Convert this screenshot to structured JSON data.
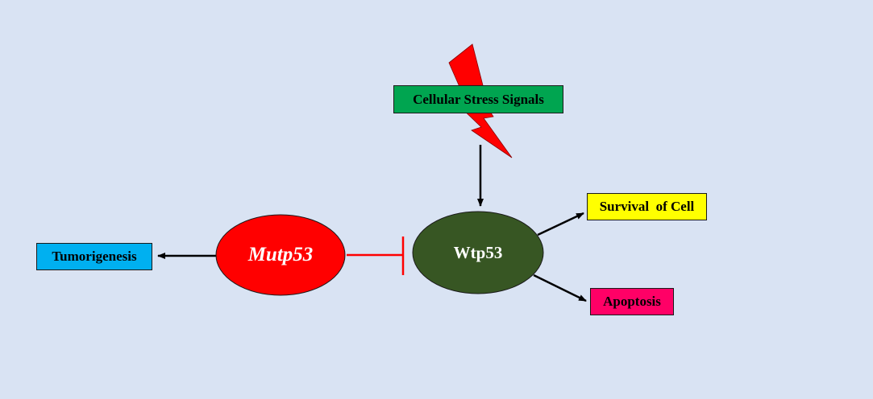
{
  "nodes": {
    "stress": {
      "label": "Cellular Stress Signals",
      "fill": "#00a550"
    },
    "wtp53": {
      "label": "Wtp53",
      "fill": "#375623",
      "text_color": "#ffffff"
    },
    "mutp53": {
      "label": "Mutp53",
      "fill": "#ff0000",
      "text_color": "#ffffff"
    },
    "tumorigenesis": {
      "label": "Tumorigenesis",
      "fill": "#00b0f0"
    },
    "survival": {
      "label": "Survival  of Cell",
      "fill": "#ffff00"
    },
    "apoptosis": {
      "label": "Apoptosis",
      "fill": "#ff0066"
    }
  },
  "edges": [
    {
      "from": "stress",
      "to": "wtp53",
      "type": "activation",
      "color": "#000000"
    },
    {
      "from": "wtp53",
      "to": "survival",
      "type": "activation",
      "color": "#000000"
    },
    {
      "from": "wtp53",
      "to": "apoptosis",
      "type": "activation",
      "color": "#000000"
    },
    {
      "from": "mutp53",
      "to": "tumorigenesis",
      "type": "activation",
      "color": "#000000"
    },
    {
      "from": "mutp53",
      "to": "wtp53",
      "type": "inhibition",
      "color": "#ff0000"
    }
  ],
  "lightning": {
    "color": "#ff0000"
  }
}
